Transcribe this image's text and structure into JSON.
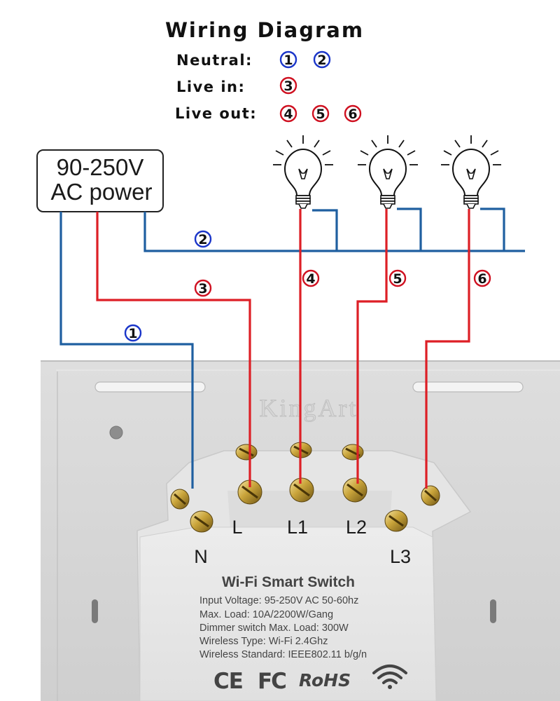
{
  "title": "Wiring Diagram",
  "legend": {
    "neutral_label": "Neutral:",
    "neutral_nums": [
      "1",
      "2"
    ],
    "live_in_label": "Live in:",
    "live_in_nums": [
      "3"
    ],
    "live_out_label": "Live out:",
    "live_out_nums": [
      "4",
      "5",
      "6"
    ]
  },
  "power_box": {
    "line1": "90-250V",
    "line2": "AC power"
  },
  "wire_labels": {
    "w1": "1",
    "w2": "2",
    "w3": "3",
    "w4": "4",
    "w5": "5",
    "w6": "6"
  },
  "brand": "KingArt",
  "terminals": {
    "n": "N",
    "l": "L",
    "l1": "L1",
    "l2": "L2",
    "l3": "L3"
  },
  "module": {
    "title": "Wi-Fi Smart Switch",
    "specs": [
      "Input Voltage: 95-250V AC 50-60hz",
      "Max. Load: 10A/2200W/Gang",
      "Dimmer switch Max. Load: 300W",
      "Wireless Type: Wi-Fi 2.4Ghz",
      "Wireless Standard: IEEE802.11 b/g/n"
    ],
    "cert": {
      "ce": "CE",
      "fc": "FC",
      "rohs": "RoHS"
    }
  },
  "colors": {
    "neutral": "#1f5fa0",
    "live": "#dd1f26",
    "circle_blue": "#1a35c9",
    "circle_red": "#cf1020"
  }
}
